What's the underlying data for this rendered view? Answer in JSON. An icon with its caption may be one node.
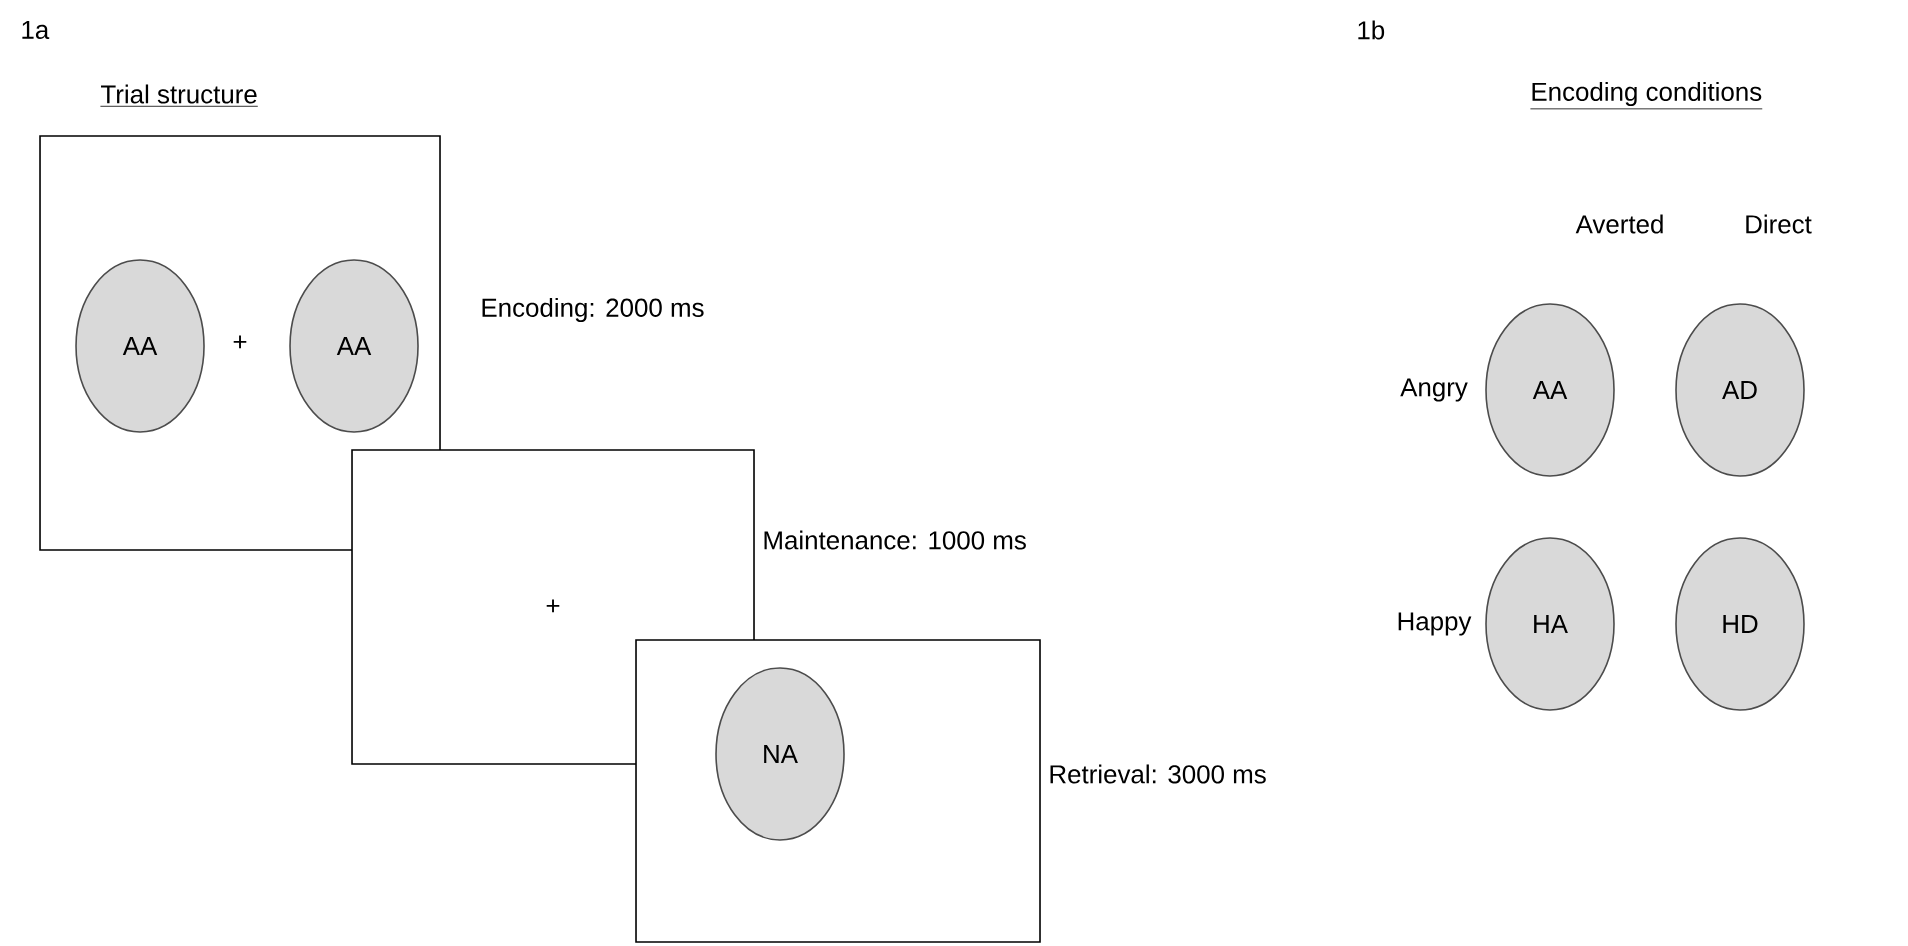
{
  "diagram": {
    "nodes": [
      {
        "text": [
          "+"
        ],
        "beside": [
          "Encoding: 2000 ms"
        ]
      },
      {
        "text": [
          "AA"
        ],
        "in": 0
      },
      {
        "text": [
          "AA"
        ],
        "in": 0
      },
      {
        "text": [
          "+"
        ],
        "beside": [
          "Maintenance: 1000 ms"
        ]
      },
      {
        "text": [],
        "shape": "box",
        "beside": [
          "Retrieval: 3000 ms"
        ]
      },
      {
        "text": [
          "NA"
        ],
        "in": 4
      },
      {
        "text": [
          "AA"
        ]
      },
      {
        "text": [
          "AD"
        ]
      },
      {
        "text": [
          "HA"
        ]
      },
      {
        "text": [
          "HD"
        ]
      }
    ],
    "labels": [
      "1a",
      "Trial structure",
      "1b",
      "Encoding conditions",
      "Averted",
      "Direct",
      "Angry",
      "Happy"
    ]
  }
}
